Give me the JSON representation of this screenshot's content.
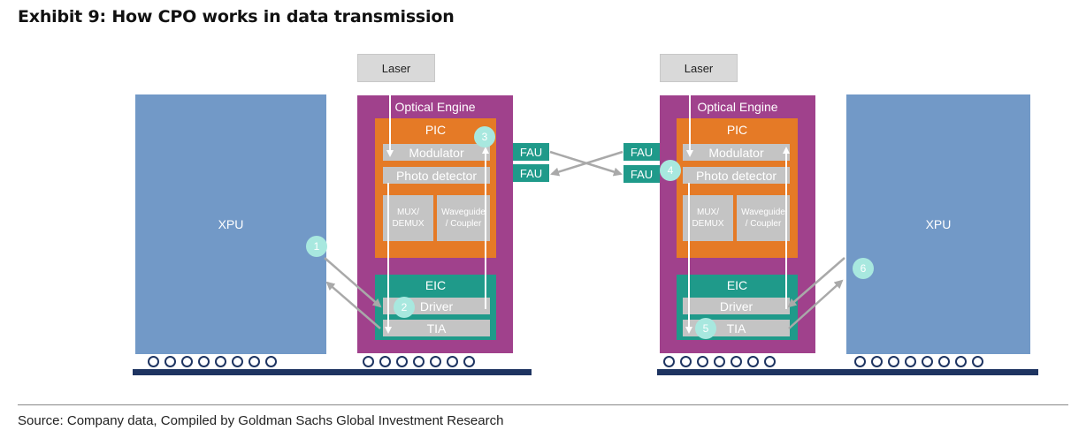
{
  "title": "Exhibit 9: How CPO works in data transmission",
  "source": "Source: Company data, Compiled by Goldman Sachs Global Investment Research",
  "left": {
    "xpu": "XPU",
    "laser": "Laser",
    "optical_engine": "Optical Engine",
    "pic": "PIC",
    "modulator": "Modulator",
    "photo_detector": "Photo detector",
    "mux_l1": "MUX/",
    "mux_l2": "DEMUX",
    "waveguide_l1": "Waveguide",
    "waveguide_l2": "/ Coupler",
    "eic": "EIC",
    "driver": "Driver",
    "tia": "TIA",
    "fau_top": "FAU",
    "fau_bottom": "FAU"
  },
  "right": {
    "xpu": "XPU",
    "laser": "Laser",
    "optical_engine": "Optical Engine",
    "pic": "PIC",
    "modulator": "Modulator",
    "photo_detector": "Photo detector",
    "mux_l1": "MUX/",
    "mux_l2": "DEMUX",
    "waveguide_l1": "Waveguide",
    "waveguide_l2": "/ Coupler",
    "eic": "EIC",
    "driver": "Driver",
    "tia": "TIA",
    "fau_top": "FAU",
    "fau_bottom": "FAU"
  },
  "steps": [
    "1",
    "2",
    "3",
    "4",
    "5",
    "6"
  ],
  "colors": {
    "xpu": "#7299c7",
    "optical_engine": "#a0418c",
    "pic": "#e57a26",
    "eic": "#1f9a8a",
    "step_badge": "#a8e8df",
    "substrate": "#1e3461"
  }
}
